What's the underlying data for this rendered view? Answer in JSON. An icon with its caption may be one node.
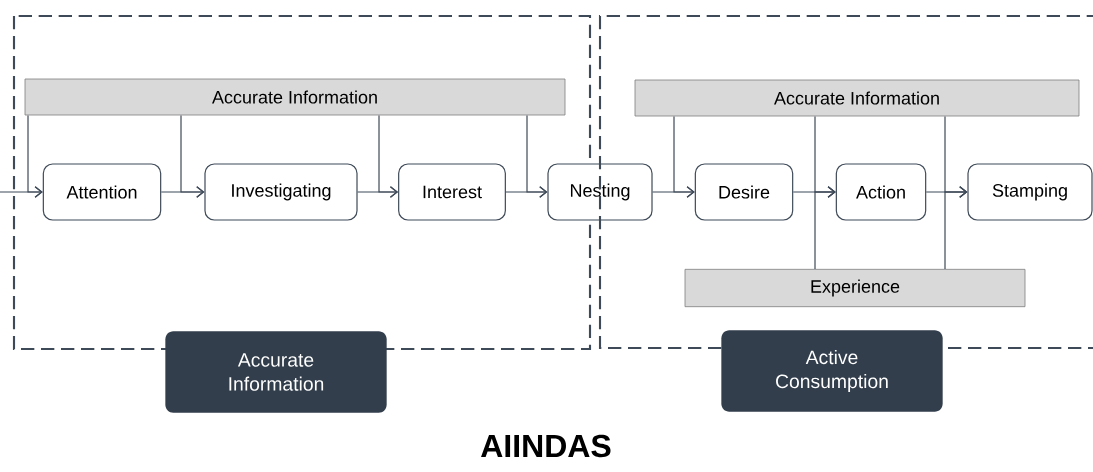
{
  "diagram": {
    "title": "AIINDAS",
    "nodes": [
      {
        "text": [
          "Accurate Information"
        ]
      },
      {
        "text": [
          "Accurate Information"
        ],
        "in": 0
      },
      {
        "text": [
          "Attention"
        ],
        "in": 0
      },
      {
        "text": [
          "Investigating"
        ],
        "in": 0
      },
      {
        "text": [
          "Interest"
        ],
        "in": 0
      },
      {
        "text": [
          "Nesting"
        ]
      },
      {
        "text": [
          "Active Consumption"
        ]
      },
      {
        "text": [
          "Accurate Information"
        ],
        "in": 6
      },
      {
        "text": [
          "Desire"
        ],
        "in": 6
      },
      {
        "text": [
          "Action"
        ],
        "in": 6
      },
      {
        "text": [
          "Stamping"
        ],
        "in": 6
      },
      {
        "text": [
          "Experience"
        ],
        "in": 6
      }
    ],
    "edges": [
      {
        "from": null,
        "to": 2,
        "arrow": "to"
      },
      {
        "from": 2,
        "to": 3,
        "arrow": "to"
      },
      {
        "from": 3,
        "to": 4,
        "arrow": "to"
      },
      {
        "from": 4,
        "to": 5,
        "arrow": "to"
      },
      {
        "from": 5,
        "to": 8,
        "arrow": "to"
      },
      {
        "from": 8,
        "to": 9,
        "arrow": "to"
      },
      {
        "from": 9,
        "to": 10,
        "arrow": "to"
      },
      {
        "from": 1,
        "to": 2,
        "arrow": "to"
      },
      {
        "from": 1,
        "to": 3,
        "arrow": "to"
      },
      {
        "from": 1,
        "to": 4,
        "arrow": "to"
      },
      {
        "from": 1,
        "to": 5,
        "arrow": "to"
      },
      {
        "from": 7,
        "to": 8,
        "arrow": "to"
      },
      {
        "from": 7,
        "to": 9,
        "arrow": "to"
      },
      {
        "from": 7,
        "to": 10,
        "arrow": "to"
      },
      {
        "from": 11,
        "to": 9,
        "arrow": "to"
      },
      {
        "from": 11,
        "to": 10,
        "arrow": "to"
      }
    ]
  }
}
